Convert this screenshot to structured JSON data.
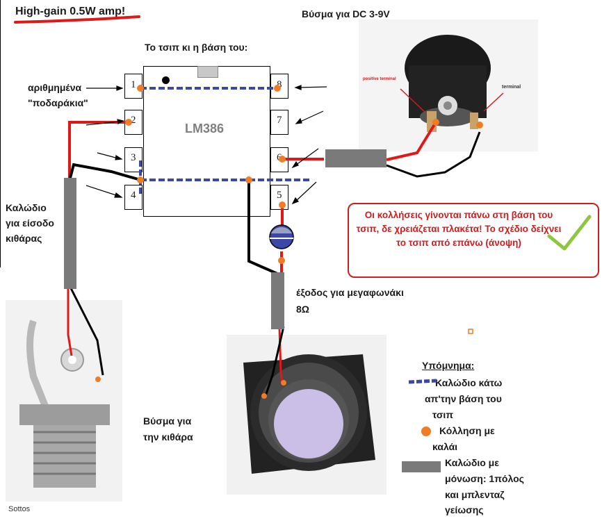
{
  "title": "High-gain 0.5W amp!",
  "dc_jack_label": "Βύσμα για DC 3-9V",
  "chip_caption": "Το τσιπ κι η βάση του:",
  "chip_name": "LM386",
  "pins_caption_line1": "αριθμημένα",
  "pins_caption_line2": "\"ποδαράκια\"",
  "pin_numbers": [
    "1",
    "2",
    "3",
    "4",
    "5",
    "6",
    "7",
    "8"
  ],
  "guitar_cable_line1": "Καλώδιο",
  "guitar_cable_line2": "για είσοδο",
  "guitar_cable_line3": "κιθάρας",
  "speaker_out_line1": "έξοδος για μεγαφωνάκι",
  "speaker_out_line2": "8Ω",
  "guitar_jack_line1": "Βύσμα για",
  "guitar_jack_line2": "την κιθάρα",
  "dc_positive_label": "positive terminal",
  "dc_ground_label": "terminal",
  "note_text": "Οι κολλήσεις γίνονται πάνω στη βάση του τσιπ, δε χρειάζεται πλακέτα! Το σχέδιο δείχνει το τσιπ από επάνω (άνοψη)",
  "legend": {
    "title": "Υπόμνημα:",
    "dashed_line1": "Καλώδιο κάτω",
    "dashed_line2": "απ'την βάση του",
    "dashed_line3": "τσιπ",
    "solder_line1": "Κόλληση με",
    "solder_line2": "καλάι",
    "shielded_line1": "Καλώδιο με",
    "shielded_line2": "μόνωση: 1πόλος",
    "shielded_line3": "και μπλενταζ",
    "shielded_line4": "γείωσης"
  },
  "author": "Sottos",
  "colors": {
    "red_wire": "#e01818",
    "dashed_wire": "#3b48a8",
    "solder": "#f07d24",
    "shielded": "#7a7a7a",
    "note_border": "#d01c1c",
    "check": "#8dc63f"
  }
}
